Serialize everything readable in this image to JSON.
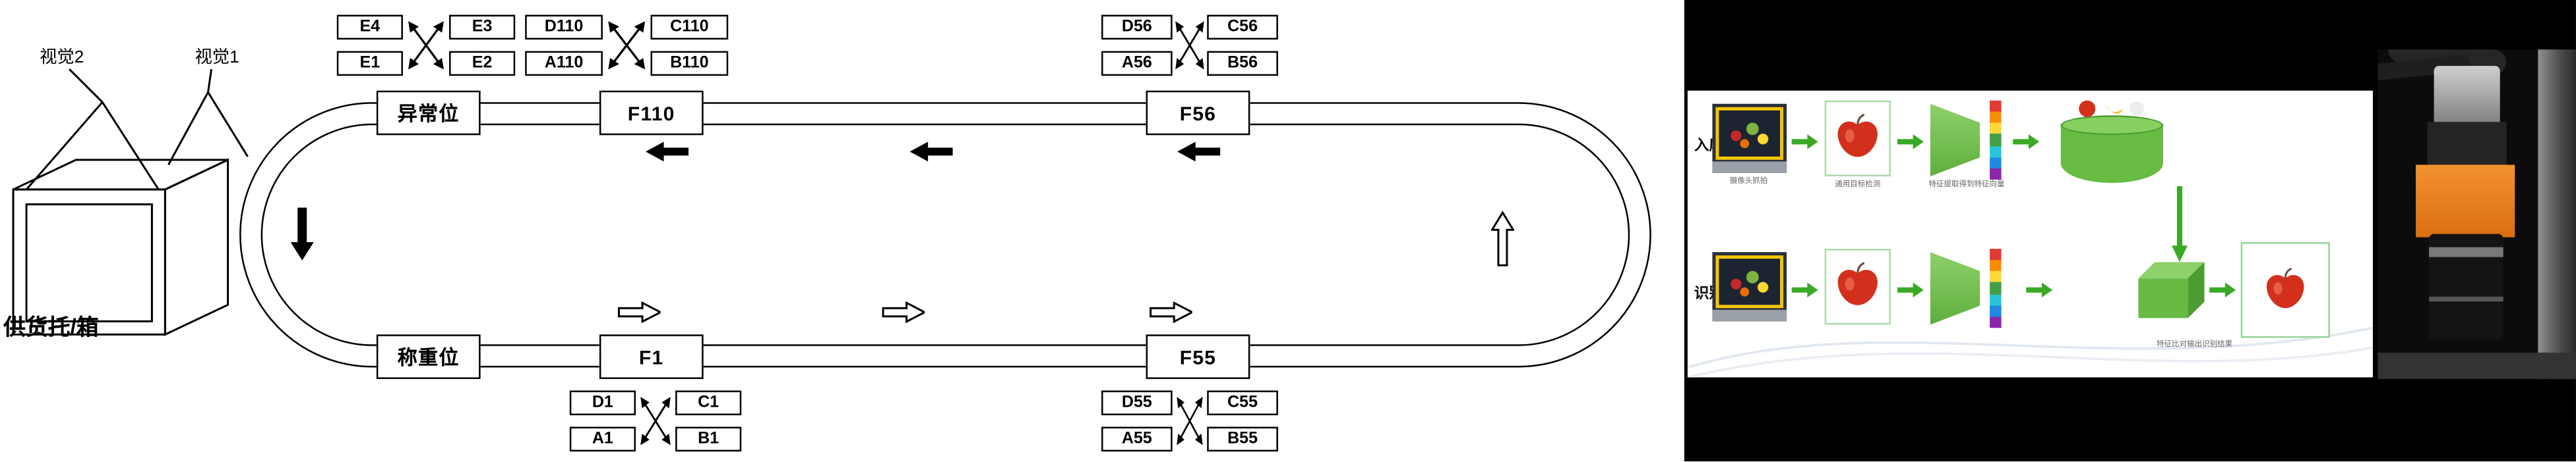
{
  "diagram": {
    "vision2_label": "视觉2",
    "vision1_label": "视觉1",
    "supply_label": "供货托/箱",
    "stations": {
      "abnormal": "异常位",
      "f110": "F110",
      "f56": "F56",
      "weighing": "称重位",
      "f1": "F1",
      "f55": "F55"
    },
    "clusters": [
      {
        "items": [
          "E4",
          "E3",
          "E1",
          "E2"
        ]
      },
      {
        "items": [
          "D110",
          "C110",
          "A110",
          "B110"
        ]
      },
      {
        "items": [
          "D56",
          "C56",
          "A56",
          "B56"
        ]
      },
      {
        "items": [
          "D1",
          "C1",
          "A1",
          "B1"
        ]
      },
      {
        "items": [
          "D55",
          "C55",
          "A55",
          "B55"
        ]
      }
    ]
  },
  "slide": {
    "row1_label": "入库",
    "row2_label": "识别",
    "caption_capture": "摄像头抓拍",
    "caption_detection": "通用目标检测",
    "caption_feature": "特征提取得到特征向量",
    "caption_compare": "特征比对输出识别结果"
  },
  "colors": {
    "diagram_line": "#000000",
    "slide_arrow_green": "#3aa926",
    "slide_shape_green": "#6abf45",
    "camera_orange": "#e8791e"
  }
}
